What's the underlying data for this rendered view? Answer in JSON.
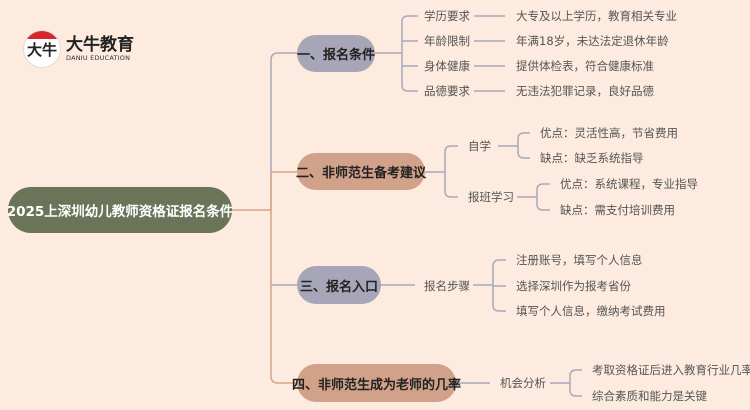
{
  "logo": {
    "mark": "大牛",
    "name": "大牛教育",
    "subtitle": "DANIU EDUCATION"
  },
  "root": "2025上深圳幼儿教师资格证报名条件",
  "branches": [
    {
      "label": "一、报名条件",
      "color": "#a6a6b8",
      "children": [
        {
          "label": "学历要求",
          "leaf": "大专及以上学历，教育相关专业"
        },
        {
          "label": "年龄限制",
          "leaf": "年满18岁，未达法定退休年龄"
        },
        {
          "label": "身体健康",
          "leaf": "提供体检表，符合健康标准"
        },
        {
          "label": "品德要求",
          "leaf": "无违法犯罪记录，良好品德"
        }
      ]
    },
    {
      "label": "二、非师范生备考建议",
      "color": "#d2a189",
      "children": [
        {
          "label": "自学",
          "leaves": [
            "优点：灵活性高，节省费用",
            "缺点：缺乏系统指导"
          ]
        },
        {
          "label": "报班学习",
          "leaves": [
            "优点：系统课程，专业指导",
            "缺点：需支付培训费用"
          ]
        }
      ]
    },
    {
      "label": "三、报名入口",
      "color": "#a6a6b8",
      "children": [
        {
          "label": "报名步骤",
          "leaves": [
            "注册账号，填写个人信息",
            "选择深圳作为报考省份",
            "填写个人信息，缴纳考试费用"
          ]
        }
      ]
    },
    {
      "label": "四、非师范生成为老师的几率",
      "color": "#d2a189",
      "children": [
        {
          "label": "机会分析",
          "leaves": [
            "考取资格证后进入教育行业几率高",
            "综合素质和能力是关键"
          ]
        }
      ]
    }
  ]
}
